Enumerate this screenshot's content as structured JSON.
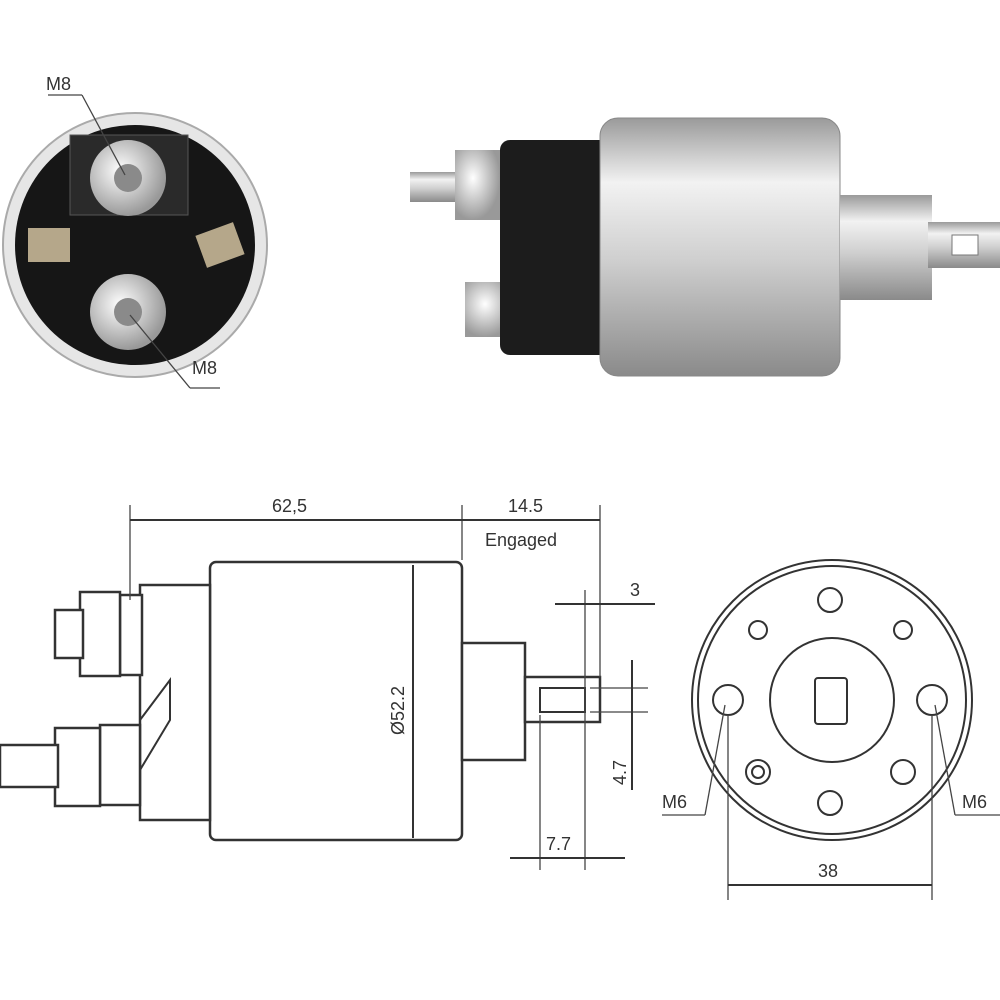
{
  "end_view_photo": {
    "top_terminal_label": "M8",
    "bottom_terminal_label": "M8"
  },
  "side_drawing": {
    "length_label": "62,5",
    "stroke_label": "14.5",
    "stroke_note": "Engaged",
    "tab_thickness_label": "3",
    "diameter_label": "Ø52.2",
    "slot_width_label": "4.7",
    "slot_length_label": "7.7"
  },
  "front_drawing": {
    "left_hole_label": "M6",
    "right_hole_label": "M6",
    "hole_spacing_label": "38"
  },
  "colors": {
    "line": "#333333",
    "metal": "#c8c8c8",
    "dark": "#1a1a1a"
  }
}
